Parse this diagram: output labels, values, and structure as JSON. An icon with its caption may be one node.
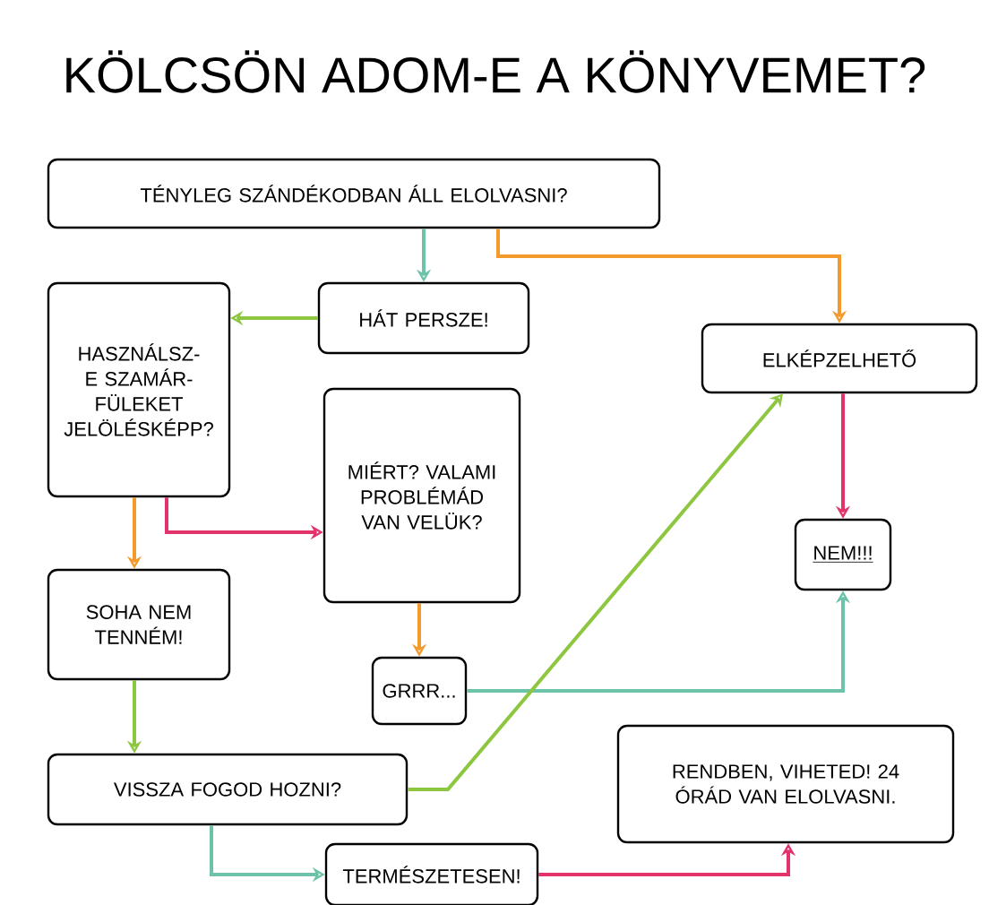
{
  "diagram": {
    "title": "KÖLCSÖN ADOM-E A KÖNYVEMET?",
    "nodes": [
      {
        "text": [
          "TÉNYLEG SZÁNDÉKODBAN ÁLL ELOLVASNI?"
        ]
      },
      {
        "text": [
          "HÁT PERSZE!"
        ]
      },
      {
        "text": [
          "HASZNÁLSZ-E SZAMÁR- FÜLEKET JELÖLÉSKÉPP?"
        ]
      },
      {
        "text": [
          "ELKÉPZELHETŐ"
        ]
      },
      {
        "text": [
          "MIÉRT? VALAMI PROBLÉMÁD VAN VELÜK?"
        ]
      },
      {
        "text": [
          "NEM!!!"
        ]
      },
      {
        "text": [
          "SOHA NEM TENNÉM!"
        ]
      },
      {
        "text": [
          "GRRR..."
        ]
      },
      {
        "text": [
          "VISSZA FOGOD HOZNI?"
        ]
      },
      {
        "text": [
          "RENDBEN, VIHETED! 24 ÓRÁD VAN ELOLVASNI."
        ]
      },
      {
        "text": [
          "TERMÉSZETESEN!"
        ]
      }
    ],
    "edges": [
      {
        "from": 0,
        "to": 1,
        "arrow": "to",
        "color": "#6cc3a9"
      },
      {
        "from": 0,
        "to": 3,
        "arrow": "to",
        "color": "#f39a2c"
      },
      {
        "from": 1,
        "to": 2,
        "arrow": "to",
        "color": "#8dc63f"
      },
      {
        "from": 2,
        "to": 6,
        "arrow": "to",
        "color": "#f39a2c"
      },
      {
        "from": 2,
        "to": 4,
        "arrow": "to",
        "color": "#e2336b"
      },
      {
        "from": 3,
        "to": 5,
        "arrow": "to",
        "color": "#e2336b"
      },
      {
        "from": 4,
        "to": 7,
        "arrow": "to",
        "color": "#f39a2c"
      },
      {
        "from": 7,
        "to": 5,
        "arrow": "to",
        "color": "#6cc3a9"
      },
      {
        "from": 6,
        "to": 8,
        "arrow": "to",
        "color": "#8dc63f"
      },
      {
        "from": 8,
        "to": 3,
        "arrow": "to",
        "color": "#8dc63f"
      },
      {
        "from": 8,
        "to": 10,
        "arrow": "to",
        "color": "#6cc3a9"
      },
      {
        "from": 10,
        "to": 9,
        "arrow": "to",
        "color": "#e2336b"
      }
    ]
  }
}
